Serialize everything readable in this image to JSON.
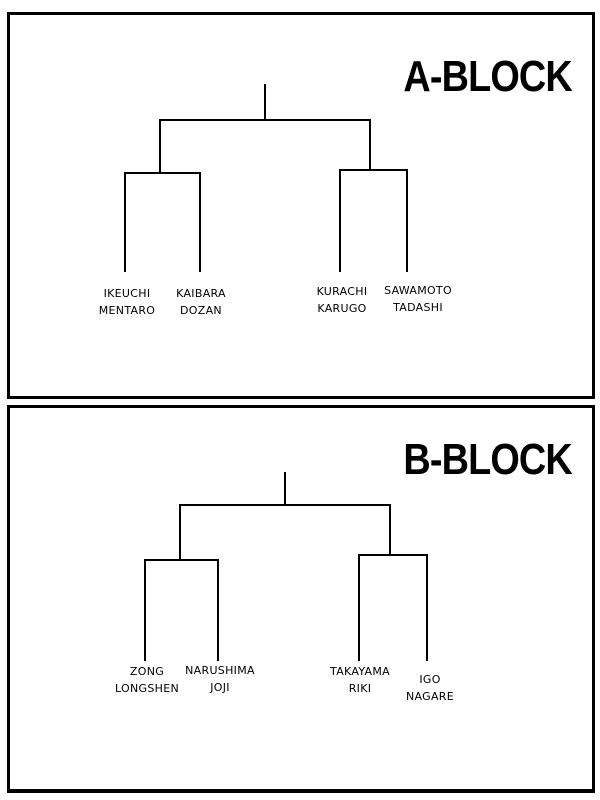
{
  "blocks": [
    {
      "title": "A-BLOCK",
      "players": [
        {
          "first": "IKEUCHI",
          "second": "MENTARO"
        },
        {
          "first": "KAIBARA",
          "second": "DOZAN"
        },
        {
          "first": "KURACHI",
          "second": "KARUGO"
        },
        {
          "first": "SAWAMOTO",
          "second": "TADASHI"
        }
      ]
    },
    {
      "title": "B-BLOCK",
      "players": [
        {
          "first": "ZONG",
          "second": "LONGSHEN"
        },
        {
          "first": "NARUSHIMA",
          "second": "JOJI"
        },
        {
          "first": "TAKAYAMA",
          "second": "RIKI"
        },
        {
          "first": "IGO",
          "second": "NAGARE"
        }
      ]
    }
  ]
}
